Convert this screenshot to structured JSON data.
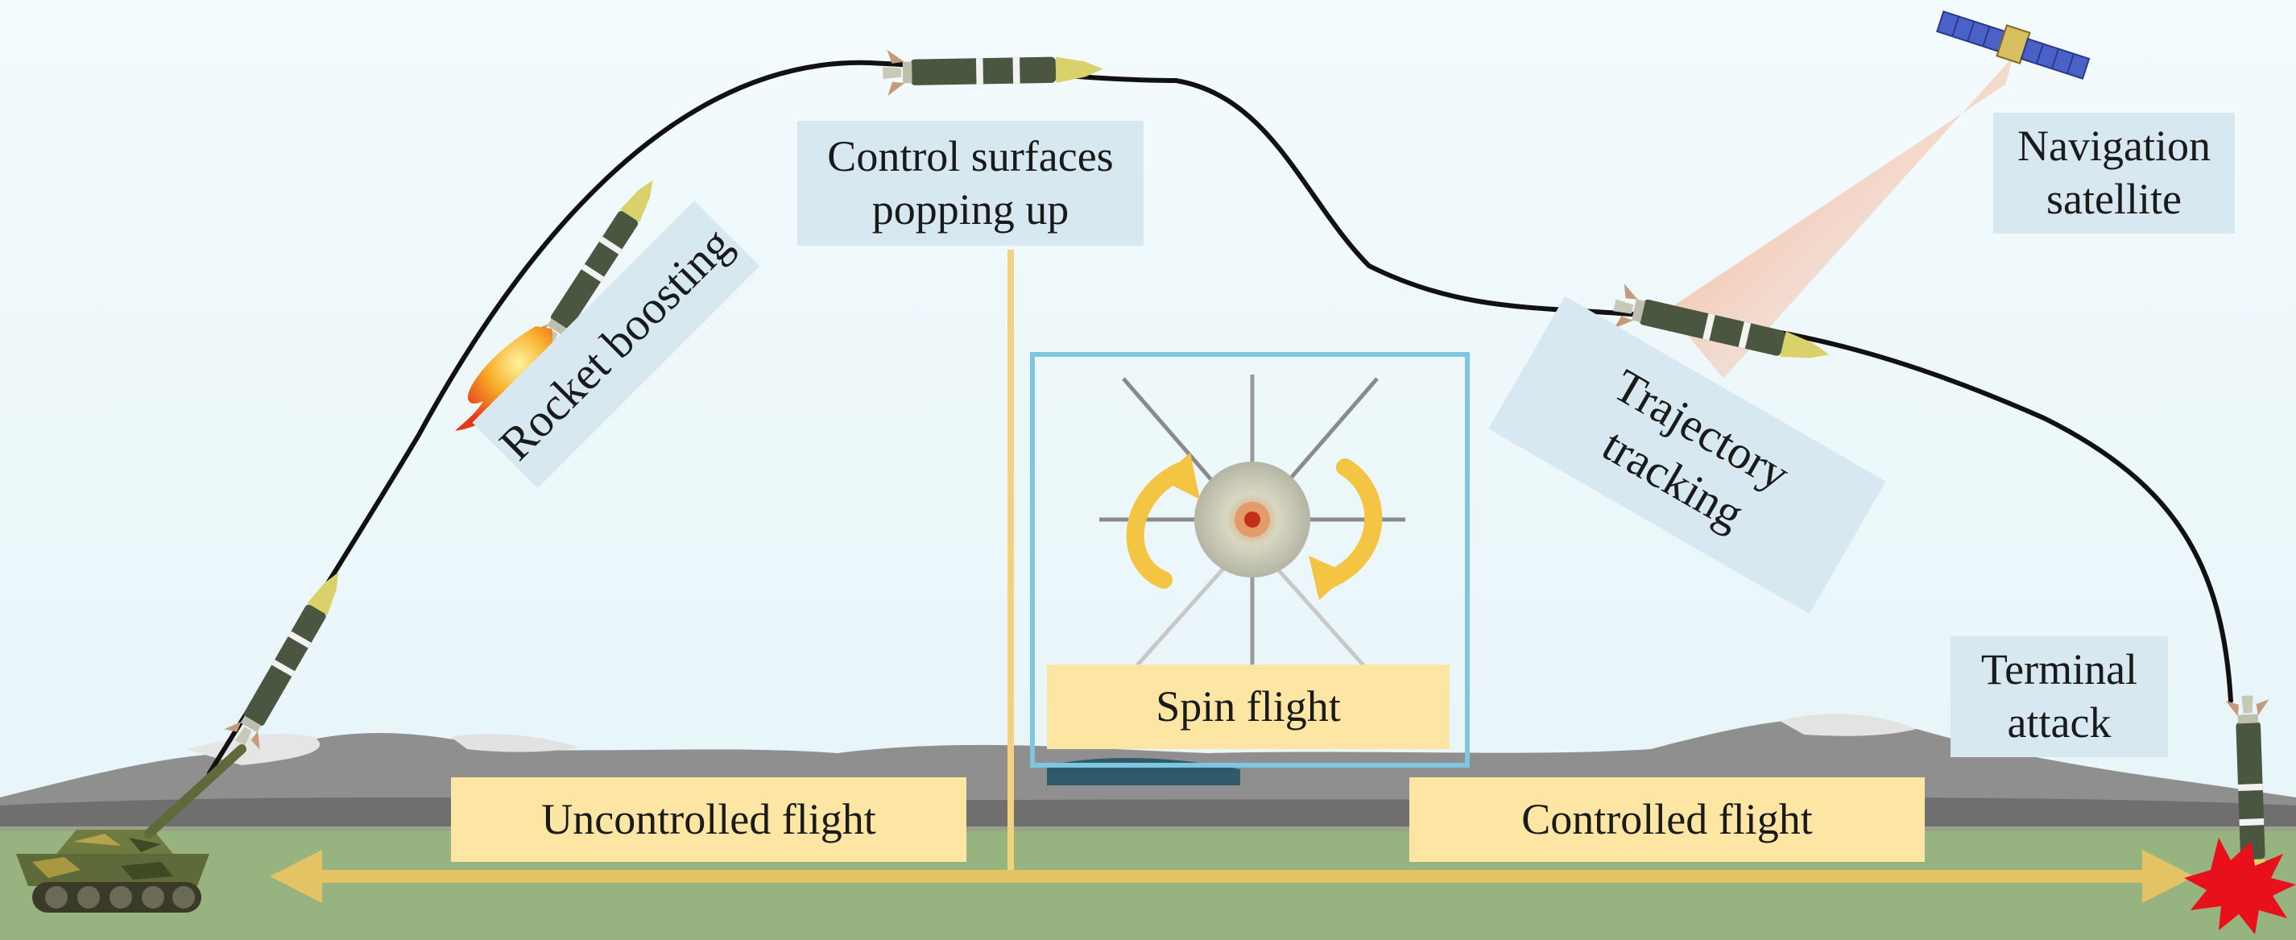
{
  "labels": {
    "rocket_boosting": "Rocket boosting",
    "control_surfaces": "Control surfaces\npopping up",
    "navigation_satellite": "Navigation\nsatellite",
    "trajectory_tracking": "Trajectory\ntracking",
    "spin_flight": "Spin flight",
    "terminal_attack": "Terminal\nattack",
    "uncontrolled_flight": "Uncontrolled flight",
    "controlled_flight": "Controlled flight"
  },
  "colors": {
    "sky": "#eef8fb",
    "ground": "#97b37f",
    "mountains": "#8a8a8a",
    "trajectory": "#111111",
    "label_blue": "#d7e8f0",
    "label_gold": "#fde6a3",
    "arrow": "#e8c55e",
    "spin_frame": "#7fc6e0",
    "spin_arrow": "#f4c542",
    "shell_body": "#4a5640",
    "shell_nose": "#d9d26a",
    "explosion": "#e8101a"
  }
}
